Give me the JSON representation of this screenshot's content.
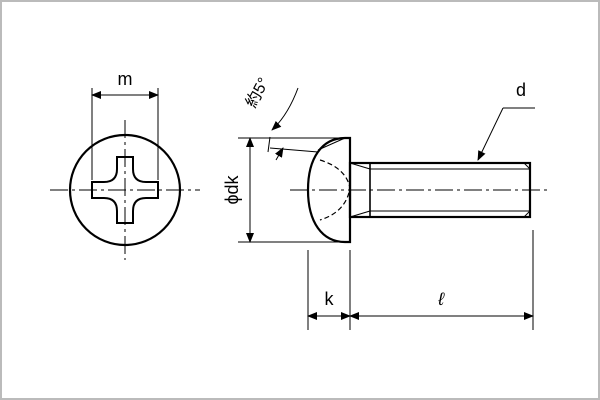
{
  "labels": {
    "m": "m",
    "d": "d",
    "dk_prefix": "ϕ",
    "dk": "dk",
    "k": "k",
    "l": "ℓ",
    "angle": "約5°"
  },
  "colors": {
    "line": "#000000",
    "background": "#ffffff",
    "frame": "#bbbbbb"
  }
}
